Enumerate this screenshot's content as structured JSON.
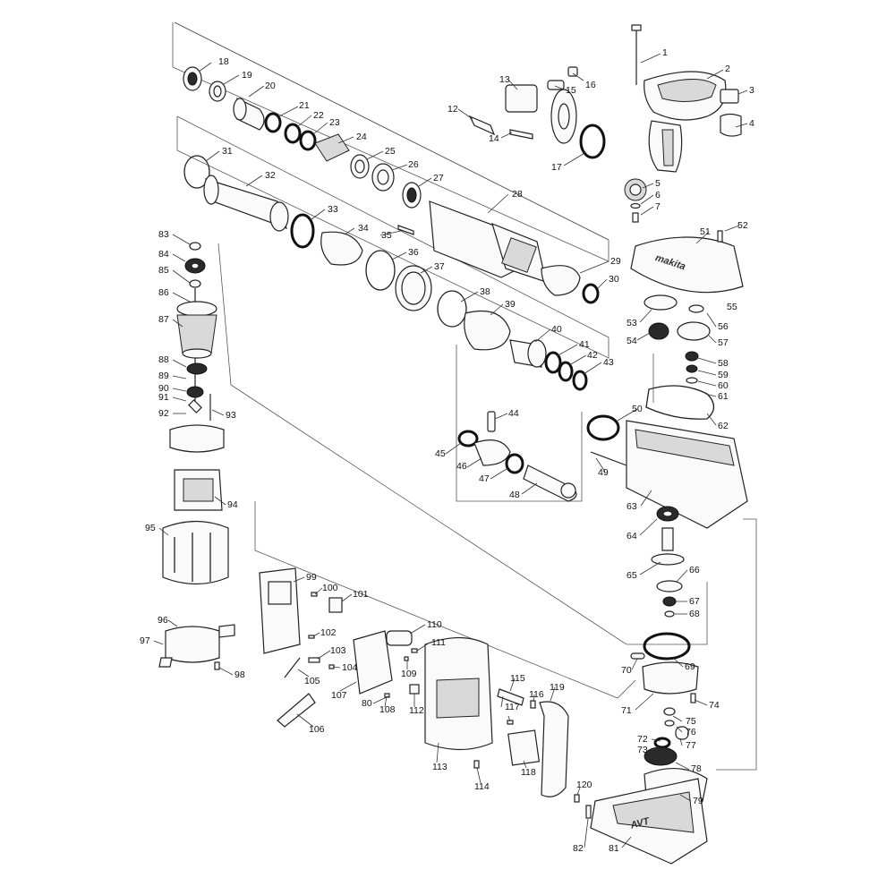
{
  "diagram": {
    "callouts": [
      "1",
      "2",
      "3",
      "4",
      "5",
      "6",
      "7",
      "12",
      "13",
      "14",
      "15",
      "16",
      "17",
      "18",
      "19",
      "20",
      "21",
      "22",
      "23",
      "24",
      "25",
      "26",
      "27",
      "28",
      "29",
      "30",
      "31",
      "32",
      "33",
      "34",
      "35",
      "36",
      "37",
      "38",
      "39",
      "40",
      "41",
      "42",
      "43",
      "44",
      "45",
      "46",
      "47",
      "48",
      "49",
      "50",
      "51",
      "52",
      "53",
      "54",
      "55",
      "56",
      "57",
      "58",
      "59",
      "60",
      "61",
      "62",
      "63",
      "64",
      "65",
      "66",
      "67",
      "68",
      "69",
      "70",
      "71",
      "72",
      "73",
      "74",
      "75",
      "76",
      "77",
      "78",
      "79",
      "80",
      "81",
      "82",
      "83",
      "84",
      "85",
      "86",
      "87",
      "88",
      "89",
      "90",
      "91",
      "92",
      "93",
      "94",
      "95",
      "96",
      "97",
      "98",
      "99",
      "100",
      "101",
      "102",
      "103",
      "104",
      "105",
      "106",
      "107",
      "108",
      "109",
      "110",
      "111",
      "112",
      "113",
      "114",
      "115",
      "116",
      "117",
      "118",
      "119",
      "120"
    ],
    "logo_text": "makita",
    "base_marking": "AVT"
  }
}
